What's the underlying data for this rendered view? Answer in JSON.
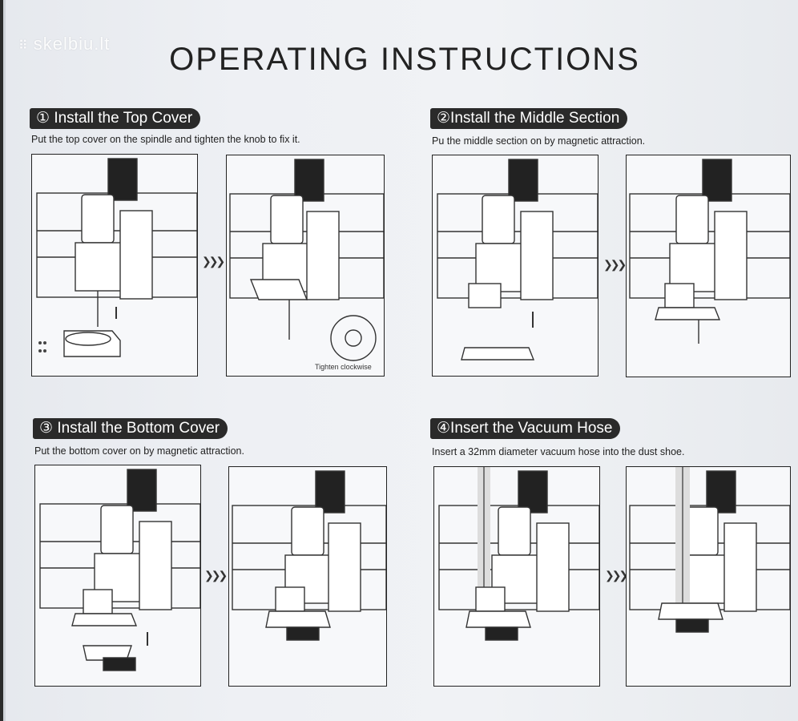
{
  "watermark": "skelbiu.lt",
  "title": "OPERATING INSTRUCTIONS",
  "steps": [
    {
      "number": "①",
      "heading": "Install the Top Cover",
      "description": "Put the top cover on the spindle and tighten the knob to fix it.",
      "caption": "Tighten clockwise"
    },
    {
      "number": "②",
      "heading": "Install the Middle Section",
      "description": "Pu the middle section on by magnetic attraction."
    },
    {
      "number": "③",
      "heading": "Install the Bottom Cover",
      "description": "Put the bottom cover on by magnetic attraction."
    },
    {
      "number": "④",
      "heading": "Insert the Vacuum Hose",
      "description": "Insert a 32mm diameter vacuum hose into the dust shoe."
    }
  ],
  "arrow_glyph": "❯❯❯",
  "colors": {
    "pill_bg": "#2a2a2a",
    "card_bg": "#eef0f4",
    "line": "#222222"
  }
}
